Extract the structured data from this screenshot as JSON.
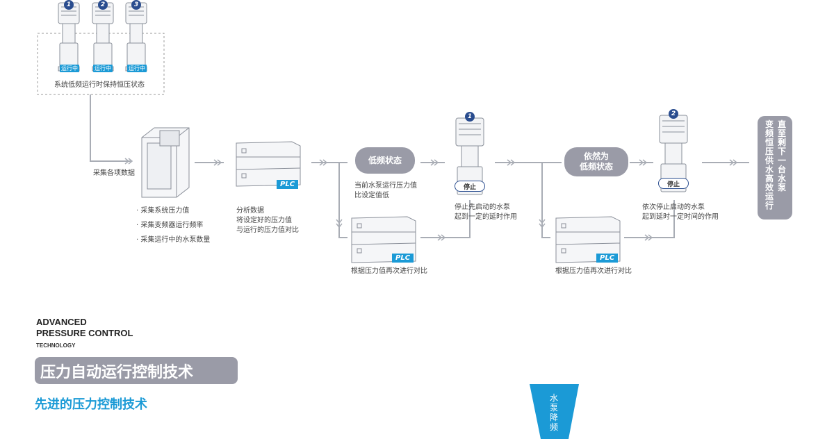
{
  "top_group": {
    "pumps": [
      {
        "number": "1",
        "status": "运行中"
      },
      {
        "number": "2",
        "status": "运行中"
      },
      {
        "number": "3",
        "status": "运行中"
      }
    ],
    "caption": "系统低频运行时保持恒压状态"
  },
  "cabinet": {
    "label": "采集各项数据",
    "bullets": [
      "· 采集系统压力值",
      "· 采集变频器运行频率",
      "· 采集运行中的水泵数量"
    ]
  },
  "plc_main": {
    "tag": "PLC",
    "caption_lines": [
      "分析数据",
      "将设定好的压力值",
      "与运行的压力值对比"
    ]
  },
  "state1": {
    "pill": "低频状态",
    "caption_lines": [
      "当前水泵运行压力值",
      "比设定值低"
    ]
  },
  "pump1": {
    "number": "1",
    "stop": "停止",
    "caption_lines": [
      "停止先启动的水泵",
      "起到一定的延时作用"
    ]
  },
  "plc2": {
    "tag": "PLC",
    "caption": "根据压力值再次进行对比"
  },
  "state2": {
    "pill_lines": [
      "依然为",
      "低频状态"
    ]
  },
  "pump2": {
    "number": "2",
    "stop": "停止",
    "caption_lines": [
      "依次停止启动的水泵",
      "起到延时一定时间的作用"
    ]
  },
  "plc3": {
    "tag": "PLC",
    "caption": "根据压力值再次进行对比"
  },
  "final": {
    "columns": [
      "直至剩下一台水泵",
      "变频恒压供水高效运行"
    ]
  },
  "heading": {
    "line1": "ADVANCED",
    "line2": "PRESSURE CONTROL",
    "line3": "TECHNOLOGY",
    "title": "压力自动运行控制技术",
    "subtitle": "先进的压力控制技术"
  },
  "funnel": {
    "text": "水泵降频"
  },
  "colors": {
    "accent": "#1b9ad6",
    "gray": "#9a9ba7",
    "navy": "#2a4d8f",
    "line": "#a9adb5"
  }
}
